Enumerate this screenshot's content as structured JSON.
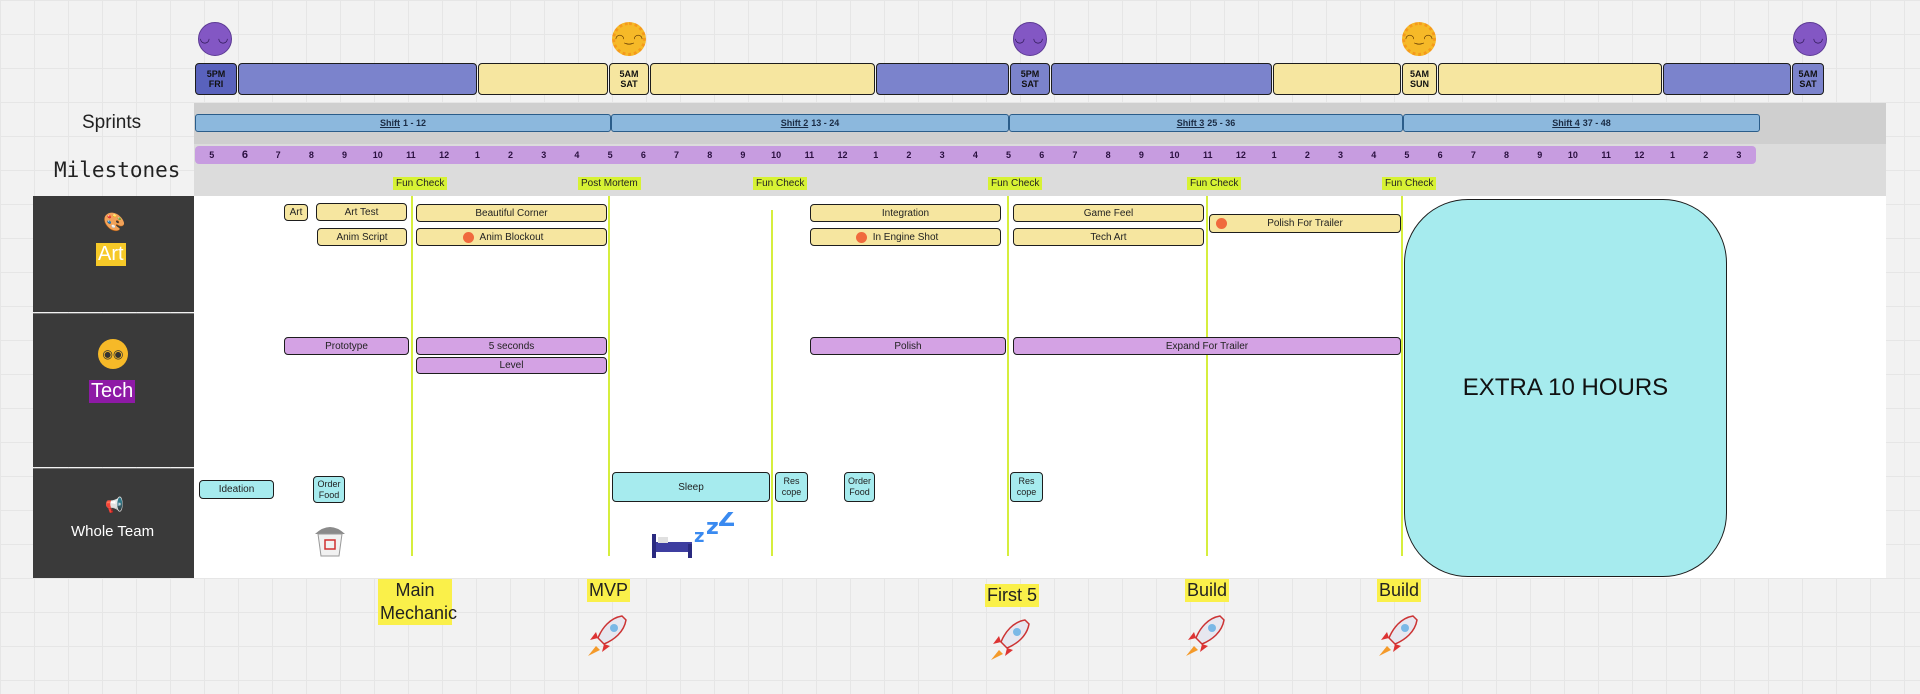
{
  "timeline": {
    "icons": [
      "moon-icon",
      "sun-icon",
      "moon-icon",
      "sun-icon",
      "moon-icon"
    ],
    "labels": [
      "5PM\nFRI",
      "5AM\nSAT",
      "5PM\nSAT",
      "5AM\nSUN",
      "5AM\nSAT"
    ]
  },
  "rows": {
    "sprints": "Sprints",
    "milestones": "Milestones"
  },
  "sprints": [
    {
      "shift": "Shift",
      "range": "1 - 12"
    },
    {
      "shift": "Shift 2",
      "range": "13 - 24"
    },
    {
      "shift": "Shift 3",
      "range": "25 - 36"
    },
    {
      "shift": "Shift 4",
      "range": "37 - 48"
    }
  ],
  "hours": [
    "5",
    "6",
    "7",
    "8",
    "9",
    "10",
    "11",
    "12",
    "1",
    "2",
    "3",
    "4",
    "5",
    "6",
    "7",
    "8",
    "9",
    "10",
    "11",
    "12",
    "1",
    "2",
    "3",
    "4",
    "5",
    "6",
    "7",
    "8",
    "9",
    "10",
    "11",
    "12",
    "1",
    "2",
    "3",
    "4",
    "5",
    "6",
    "7",
    "8",
    "9",
    "10",
    "11",
    "12",
    "1",
    "2",
    "3"
  ],
  "fun_checks": [
    "Fun Check",
    "Post Mortem",
    "Fun Check",
    "Fun Check",
    "Fun Check",
    "Fun Check"
  ],
  "lanes": {
    "art": {
      "label": "Art",
      "icon": "palette-icon"
    },
    "tech": {
      "label": "Tech",
      "icon": "nerd-face-icon"
    },
    "team": {
      "label": "Whole Team",
      "icon": "megaphone-icon"
    }
  },
  "art_tasks": [
    "Art",
    "Art Test",
    "Beautiful Corner",
    "Anim Script",
    "Anim Blockout",
    "Integration",
    "In Engine Shot",
    "Game Feel",
    "Tech Art",
    "Polish For Trailer"
  ],
  "tech_tasks": [
    "Prototype",
    "5 seconds",
    "Level",
    "Polish",
    "Expand For Trailer"
  ],
  "team_tasks": [
    "Ideation",
    "Order\nFood",
    "Sleep",
    "Res\ncope",
    "Order\nFood",
    "Res\ncope"
  ],
  "extra": "EXTRA 10 HOURS",
  "milestones": [
    "Main\nMechanic",
    "MVP",
    "First 5",
    "Build",
    "Build"
  ],
  "colors": {
    "night": "#7b83cc",
    "day": "#f6e6a0",
    "sprint": "#8cb8dd",
    "hour": "#c79ce0",
    "fun_check": "#d7f234",
    "extra": "#a6ebee",
    "lane": "#3a3a3a"
  }
}
